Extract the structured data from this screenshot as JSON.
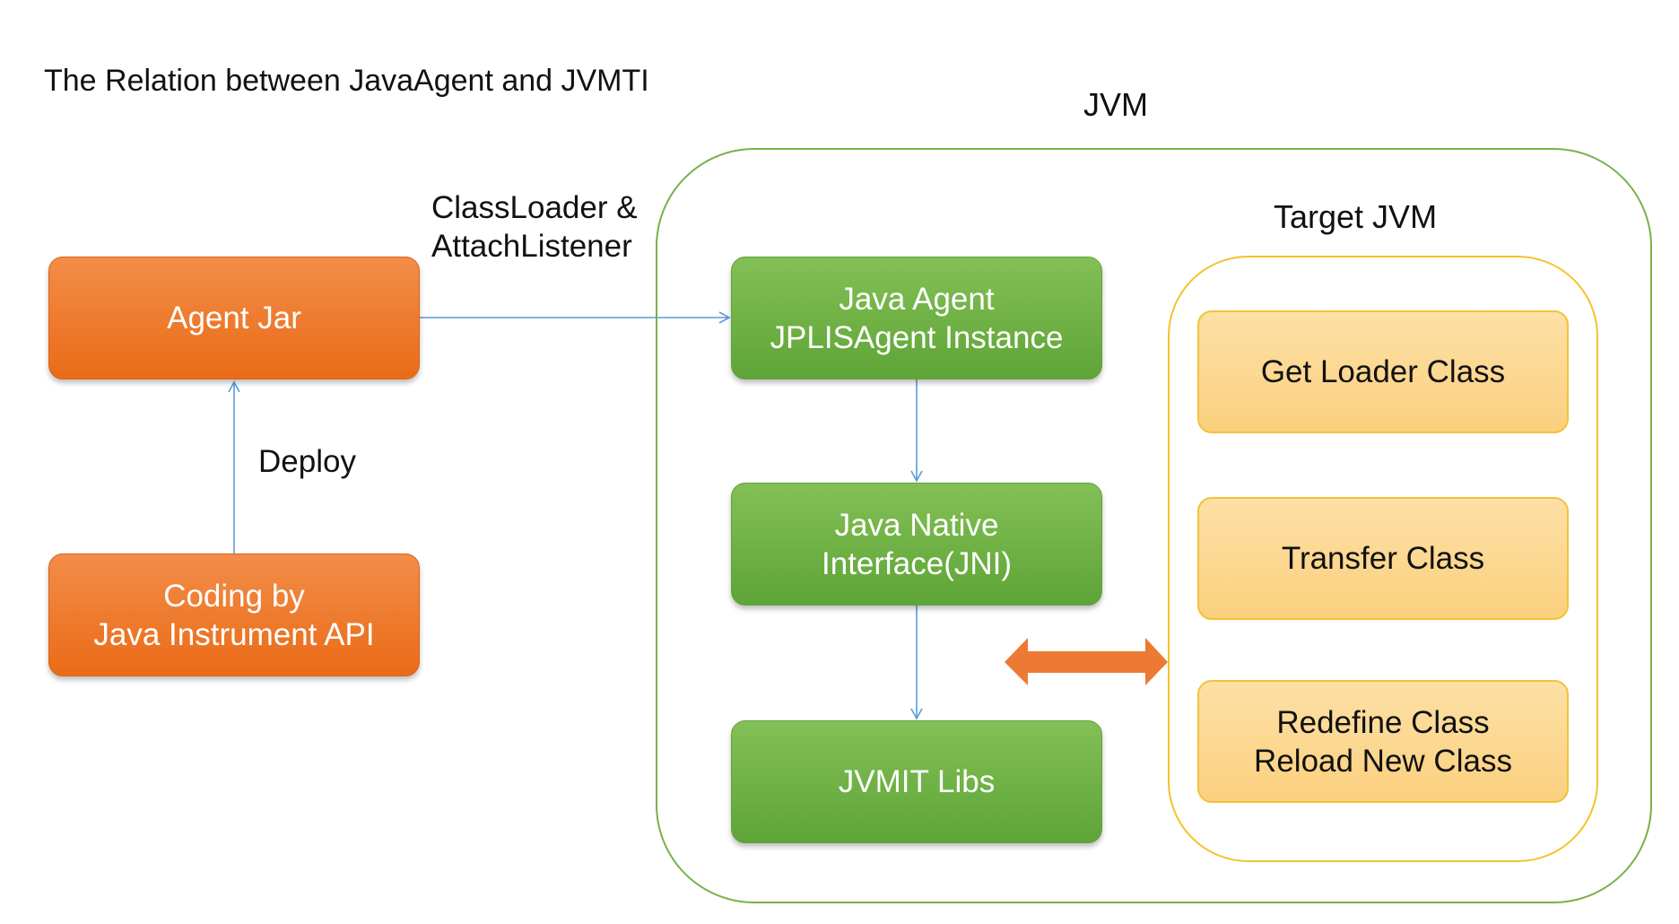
{
  "title": "The Relation between JavaAgent and JVMTI",
  "jvm_label": "JVM",
  "target_jvm_label": "Target JVM",
  "nodes": {
    "agent_jar": {
      "lines": [
        "Agent Jar"
      ]
    },
    "coding": {
      "lines": [
        "Coding by",
        "Java Instrument API"
      ]
    },
    "java_agent": {
      "lines": [
        "Java Agent",
        "JPLISAgent Instance"
      ]
    },
    "jni": {
      "lines": [
        "Java Native",
        "Interface(JNI)"
      ]
    },
    "jvmit": {
      "lines": [
        "JVMIT Libs"
      ]
    },
    "get_loader": {
      "lines": [
        "Get Loader Class"
      ]
    },
    "transfer": {
      "lines": [
        "Transfer Class"
      ]
    },
    "redefine": {
      "lines": [
        "Redefine Class",
        "Reload New Class"
      ]
    }
  },
  "edges": {
    "agent_to_java_agent": {
      "label_lines": [
        "ClassLoader &",
        "AttachListener"
      ]
    },
    "coding_to_agent": {
      "label": "Deploy"
    }
  },
  "colors": {
    "orange_box": "#ec7625",
    "green_box": "#6eb244",
    "yellow_box": "#fcd68c",
    "jvm_border": "#77b24a",
    "target_border": "#f3c328",
    "arrow_blue": "#5b9bd5",
    "double_arrow": "#ec7a34"
  }
}
